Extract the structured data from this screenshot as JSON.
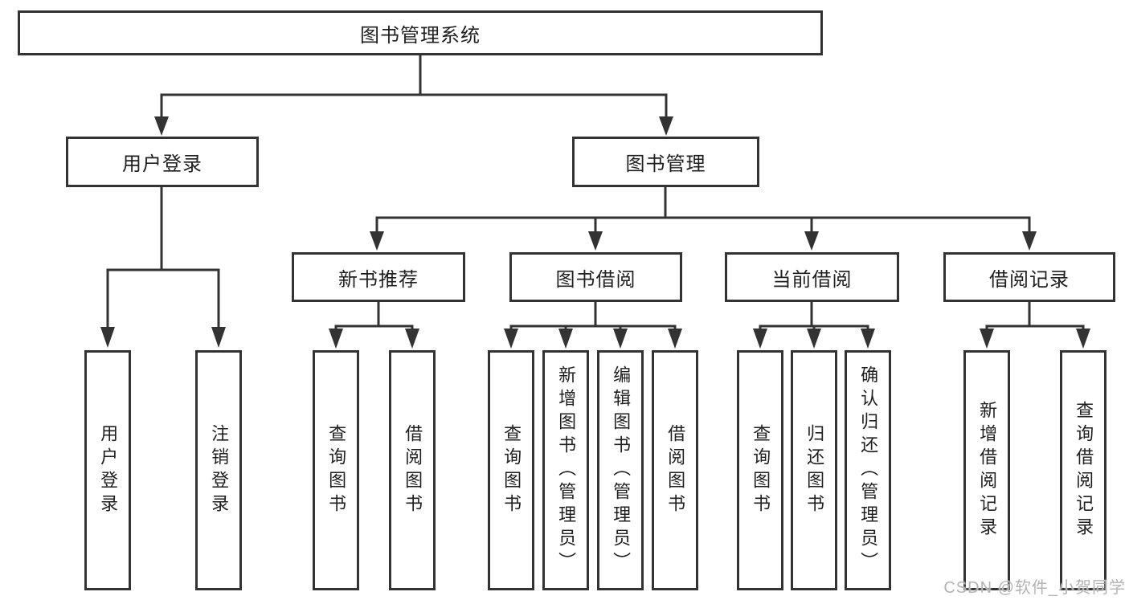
{
  "diagram": {
    "root": {
      "label": "图书管理系统"
    },
    "branches": {
      "user_login": {
        "label": "用户登录",
        "children": [
          "用户登录",
          "注销登录"
        ]
      },
      "book_mgmt": {
        "label": "图书管理"
      }
    },
    "book_mgmt_sections": [
      {
        "label": "新书推荐",
        "children": [
          "查询图书",
          "借阅图书"
        ]
      },
      {
        "label": "图书借阅",
        "children": [
          "查询图书",
          "新增图书（管理员）",
          "编辑图书（管理员）",
          "借阅图书"
        ]
      },
      {
        "label": "当前借阅",
        "children": [
          "查询图书",
          "归还图书",
          "确认归还（管理员）"
        ]
      },
      {
        "label": "借阅记录",
        "children": [
          "新增借阅记录",
          "查询借阅记录"
        ]
      }
    ]
  },
  "watermark": "CSDN @软件_小贺同学",
  "colors": {
    "line": "#333333",
    "text": "#1f1f1f",
    "watermark": "#b3b3b3",
    "background": "#ffffff"
  }
}
